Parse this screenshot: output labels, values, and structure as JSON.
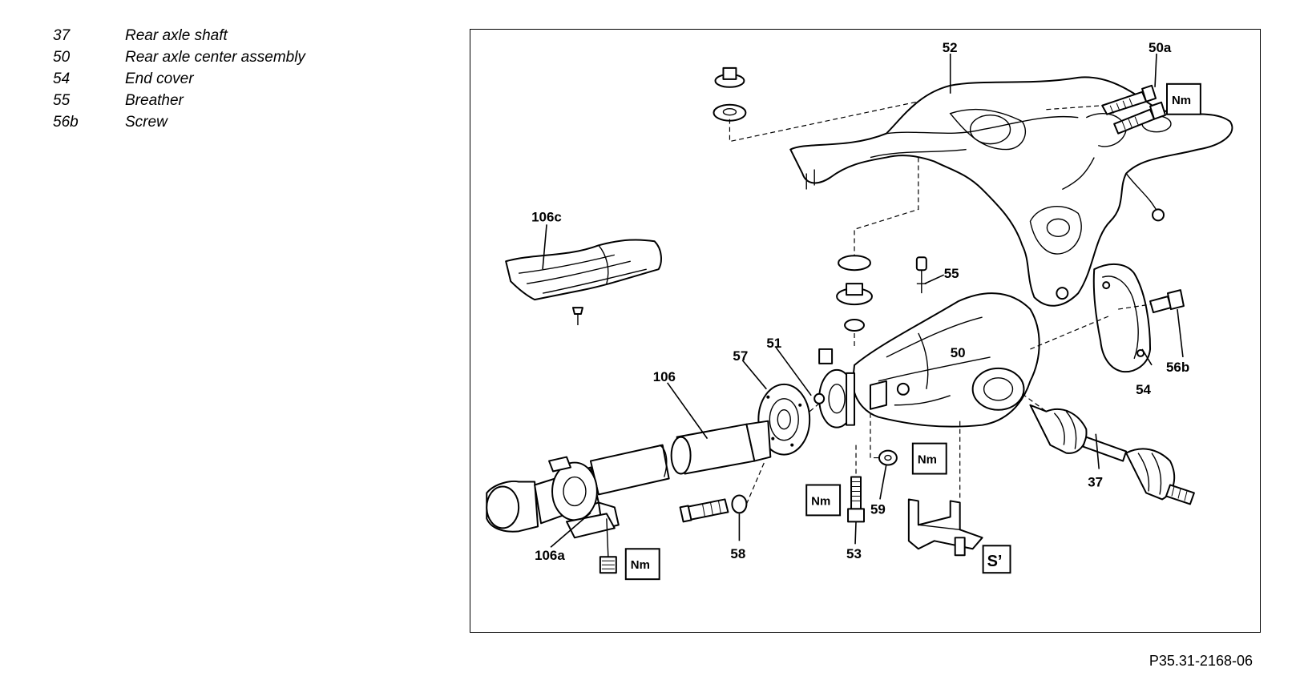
{
  "legend": [
    {
      "number": "37",
      "description": "Rear axle shaft"
    },
    {
      "number": "50",
      "description": "Rear axle center assembly"
    },
    {
      "number": "54",
      "description": "End cover"
    },
    {
      "number": "55",
      "description": "Breather"
    },
    {
      "number": "56b",
      "description": "Screw"
    }
  ],
  "callouts": {
    "c52": "52",
    "c50a": "50a",
    "c106c": "106c",
    "c55": "55",
    "c51": "51",
    "c57": "57",
    "c106": "106",
    "c50": "50",
    "c54": "54",
    "c56b": "56b",
    "c37": "37",
    "c59": "59",
    "c53": "53",
    "c58": "58",
    "c106a": "106a"
  },
  "torque_label": "Nm",
  "special_tool_symbol": "S’",
  "figure_code": "P35.31-2168-06"
}
